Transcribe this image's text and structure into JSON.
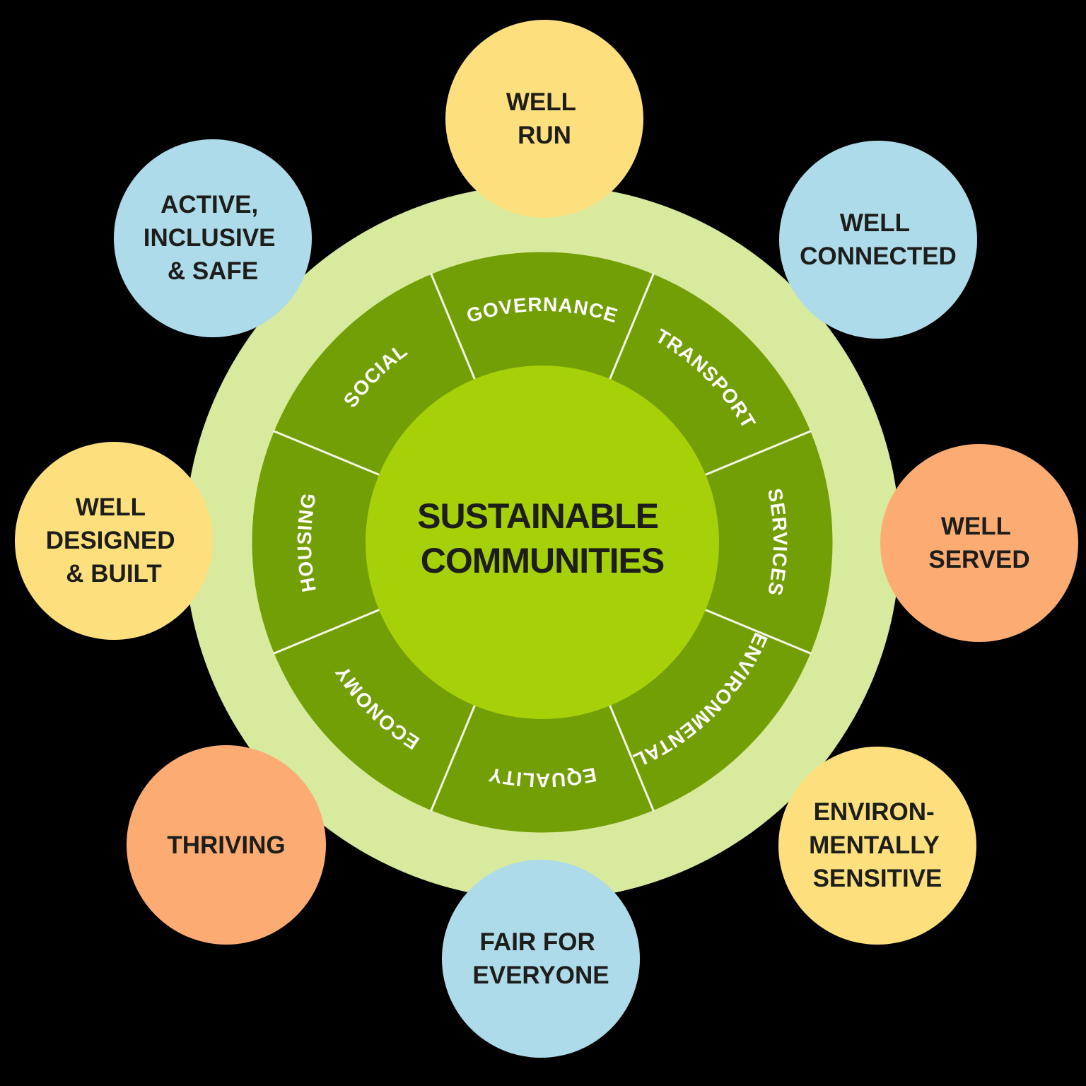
{
  "background_color": "#000000",
  "center_circle": {
    "color": "#A6D007",
    "label_color": "#1D1D1B",
    "lines": [
      "SUSTAINABLE",
      "COMMUNITIES"
    ]
  },
  "inner_ring": {
    "color": "#739F06",
    "label_color": "#FFFFFF",
    "divider_color": "#F2F6E3",
    "segments": [
      {
        "label": "GOVERNANCE"
      },
      {
        "label": "TRANSPORT"
      },
      {
        "label": "SERVICES"
      },
      {
        "label": "ENVIRONMENTAL"
      },
      {
        "label": "EQUALITY"
      },
      {
        "label": "ECONOMY"
      },
      {
        "label": "HOUSING"
      },
      {
        "label": "SOCIAL"
      }
    ]
  },
  "outer_ring": {
    "color": "#D7EA9E"
  },
  "satellites": {
    "text_color": "#1D1D1B",
    "items": [
      {
        "name": "well-run",
        "color": "#FDE07D",
        "lines": [
          "WELL",
          "RUN"
        ]
      },
      {
        "name": "well-connected",
        "color": "#ADDBE9",
        "lines": [
          "WELL",
          "CONNECTED"
        ]
      },
      {
        "name": "well-served",
        "color": "#FCAC73",
        "lines": [
          "WELL",
          "SERVED"
        ]
      },
      {
        "name": "environmentally-sensitive",
        "color": "#FDE07D",
        "lines": [
          "ENVIRON-",
          "MENTALLY",
          "SENSITIVE"
        ]
      },
      {
        "name": "fair-for-everyone",
        "color": "#ADDBE9",
        "lines": [
          "FAIR FOR",
          "EVERYONE"
        ]
      },
      {
        "name": "thriving",
        "color": "#FCAC73",
        "lines": [
          "THRIVING"
        ]
      },
      {
        "name": "well-designed-built",
        "color": "#FDE07D",
        "lines": [
          "WELL",
          "DESIGNED",
          "& BUILT"
        ]
      },
      {
        "name": "active-inclusive-safe",
        "color": "#ADDBE9",
        "lines": [
          "ACTIVE,",
          "INCLUSIVE",
          "& SAFE"
        ]
      }
    ]
  }
}
